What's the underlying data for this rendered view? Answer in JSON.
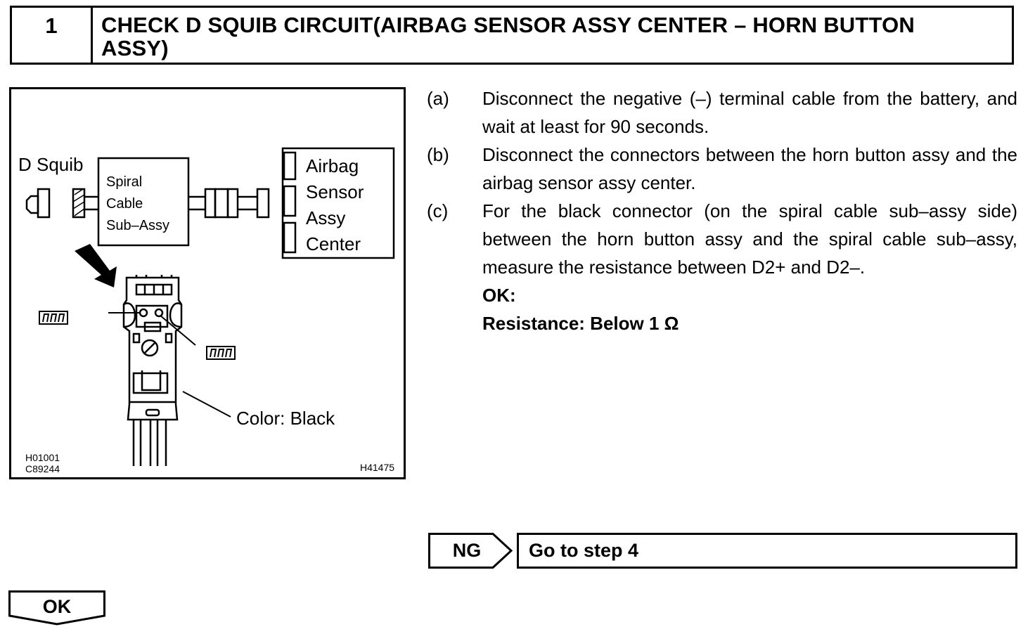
{
  "header": {
    "step_number": "1",
    "title_line1": "CHECK D SQUIB CIRCUIT(AIRBAG SENSOR ASSY CENTER – HORN BUTTON",
    "title_line2": "ASSY)"
  },
  "figure": {
    "d_squib_label": "D Squib",
    "spiral_lines": [
      "Spiral",
      "Cable",
      "Sub–Assy"
    ],
    "airbag_lines": [
      "Airbag",
      "Sensor",
      "Assy",
      "Center"
    ],
    "color_label": "Color: Black",
    "code_top": "H01001",
    "code_bottom": "C89244",
    "code_right": "H41475"
  },
  "steps": [
    {
      "letter": "(a)",
      "text": "Disconnect the negative (–) terminal cable from the battery, and wait at least for 90 seconds."
    },
    {
      "letter": "(b)",
      "text": "Disconnect the connectors between the horn button assy and the airbag sensor assy center."
    },
    {
      "letter": "(c)",
      "text": "For the black connector (on the spiral cable sub–assy side) between the horn button assy and the spiral cable sub–assy, measure the resistance between D2+ and D2–."
    }
  ],
  "spec": {
    "ok_label": "OK:",
    "resistance": "Resistance: Below 1 Ω"
  },
  "ng": {
    "label": "NG",
    "target": "Go to step 4"
  },
  "ok": {
    "label": "OK"
  }
}
